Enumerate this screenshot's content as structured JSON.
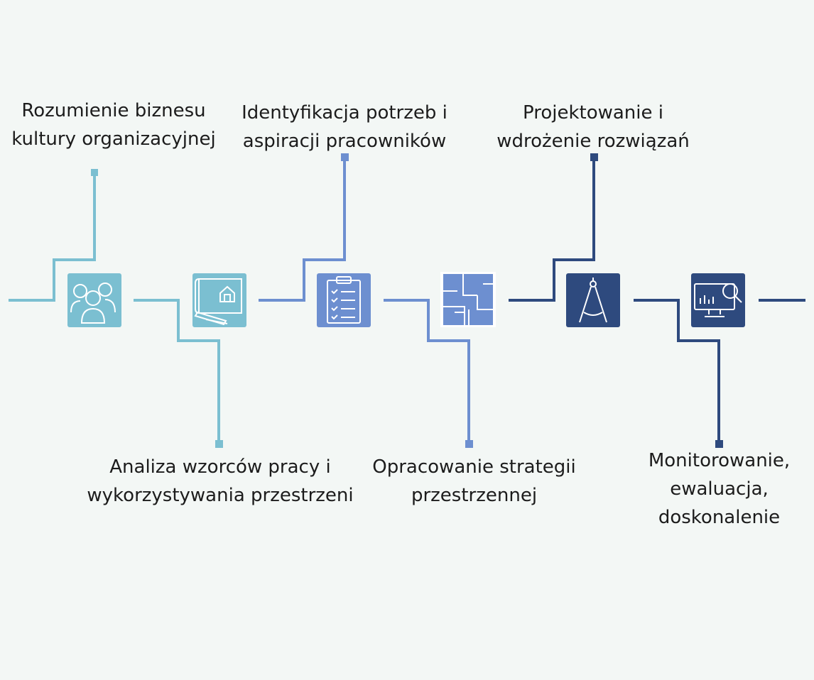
{
  "colors": {
    "background": "#f3f7f5",
    "teal": "#7bbfd1",
    "periwinkle": "#6d8fd0",
    "navy": "#2e4a7e",
    "icon_stroke": "#ffffff",
    "text": "#1c1c1c"
  },
  "steps": [
    {
      "lines": [
        "Rozumienie biznesu",
        "kultury organizacyjnej"
      ],
      "icon": "people-group-icon",
      "color": "teal"
    },
    {
      "lines": [
        "Analiza wzorców pracy i",
        "wykorzystywania przestrzeni"
      ],
      "icon": "blueprint-house-icon",
      "color": "teal"
    },
    {
      "lines": [
        "Identyfikacja potrzeb i",
        "aspiracji pracowników"
      ],
      "icon": "clipboard-checklist-icon",
      "color": "periwinkle"
    },
    {
      "lines": [
        "Opracowanie strategii",
        "przestrzennej"
      ],
      "icon": "floor-plan-icon",
      "color": "periwinkle"
    },
    {
      "lines": [
        "Projektowanie i",
        "wdrożenie rozwiązań"
      ],
      "icon": "drafting-compass-icon",
      "color": "navy"
    },
    {
      "lines": [
        "Monitorowanie,",
        "ewaluacja,",
        "doskonalenie"
      ],
      "icon": "monitor-magnifier-icon",
      "color": "navy"
    }
  ]
}
